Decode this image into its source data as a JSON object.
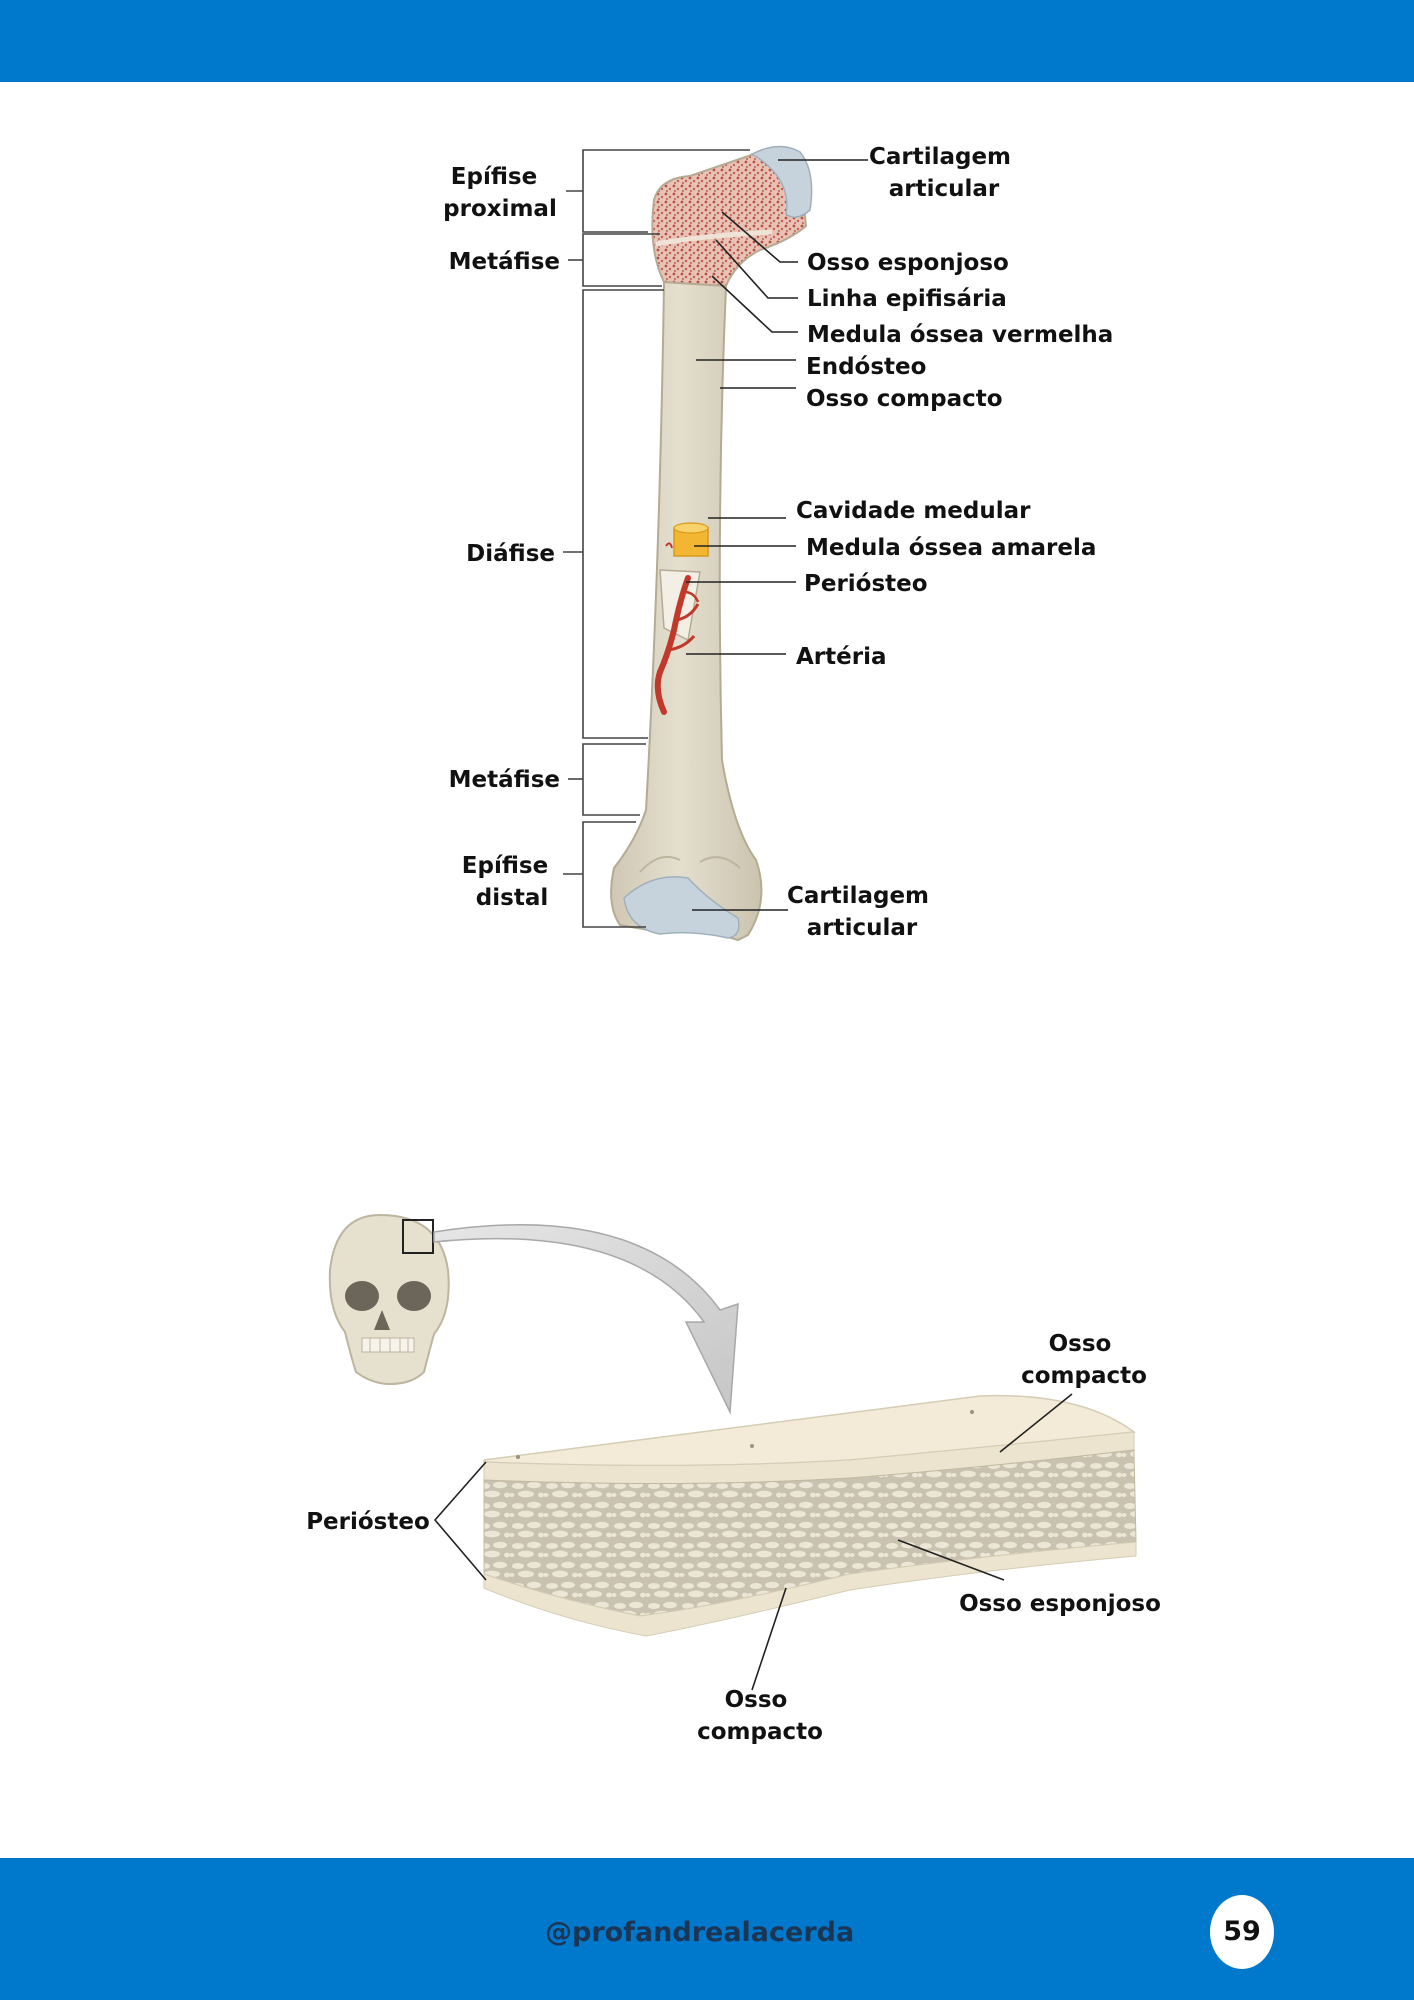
{
  "femur": {
    "left_labels": {
      "epifise_proximal": [
        "Epífise",
        "proximal"
      ],
      "metafise_top": "Metáfise",
      "diafise": "Diáfise",
      "metafise_bottom": "Metáfise",
      "epifise_distal": [
        "Epífise",
        "distal"
      ]
    },
    "right_labels": {
      "cartilagem_top": [
        "Cartilagem",
        "articular"
      ],
      "osso_esponjoso": "Osso esponjoso",
      "linha_epifisaria": "Linha epifisária",
      "medula_vermelha": "Medula óssea vermelha",
      "endosteo": "Endósteo",
      "osso_compacto": "Osso compacto",
      "cavidade_medular": "Cavidade medular",
      "medula_amarela": "Medula óssea amarela",
      "periosteo": "Periósteo",
      "arteria": "Artéria",
      "cartilagem_bottom": [
        "Cartilagem",
        "articular"
      ]
    }
  },
  "flat_bone": {
    "periosteo": "Periósteo",
    "osso_compacto_top": [
      "Osso",
      "compacto"
    ],
    "osso_esponjoso": "Osso esponjoso",
    "osso_compacto_bottom": [
      "Osso",
      "compacto"
    ]
  },
  "footer": {
    "handle": "@profandrealacerda",
    "page_number": "59"
  },
  "colors": {
    "band": "#0078cc",
    "bone": "#ddd6c4",
    "spongy": "#c96b5a",
    "cartilage": "#c9d4dc",
    "artery": "#c0392b",
    "yellow_marrow": "#f2b632"
  }
}
